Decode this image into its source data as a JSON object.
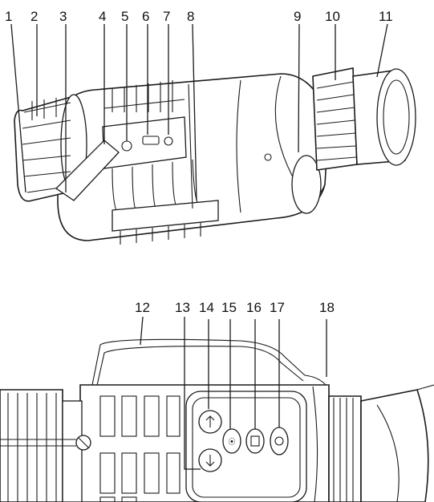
{
  "labels": {
    "top": [
      "1",
      "2",
      "3",
      "4",
      "5",
      "6",
      "7",
      "8",
      "9",
      "10",
      "11"
    ],
    "bottom": [
      "12",
      "13",
      "14",
      "15",
      "16",
      "17",
      "18"
    ]
  }
}
